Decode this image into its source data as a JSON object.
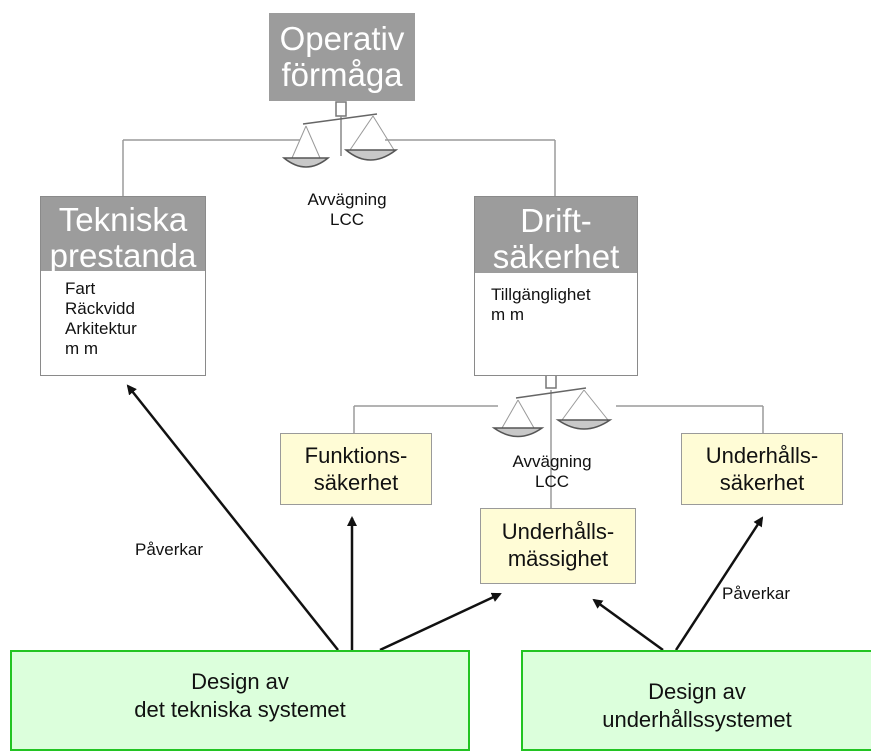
{
  "top": {
    "title_lines": [
      "Operativ",
      "förmåga"
    ]
  },
  "balance_top": {
    "label_lines": [
      "Avvägning",
      "LCC"
    ]
  },
  "left_box": {
    "title_lines": [
      "Tekniska",
      "prestanda"
    ],
    "items": [
      "Fart",
      "Räckvidd",
      "Arkitektur",
      "m m"
    ]
  },
  "right_box": {
    "title_lines": [
      "Drift-",
      "säkerhet"
    ],
    "items": [
      "Tillgänglighet",
      "m m"
    ]
  },
  "balance_bottom": {
    "label_lines": [
      "Avvägning",
      "LCC"
    ]
  },
  "sub_boxes": {
    "funktion": [
      "Funktions-",
      "säkerhet"
    ],
    "underhalls_sakerhet": [
      "Underhålls-",
      "säkerhet"
    ],
    "underhalls_massighet": [
      "Underhålls-",
      "mässighet"
    ]
  },
  "labels": {
    "paverkar_left": "Påverkar",
    "paverkar_right": "Påverkar"
  },
  "design_boxes": {
    "tech": [
      "Design av",
      "det tekniska systemet"
    ],
    "maint": [
      "Design av",
      "underhållssystemet"
    ]
  },
  "colors": {
    "header_gray": "#9c9c9c",
    "yellow_fill": "#fffcd6",
    "green_fill": "#dcffdc",
    "green_border": "#22c422"
  }
}
